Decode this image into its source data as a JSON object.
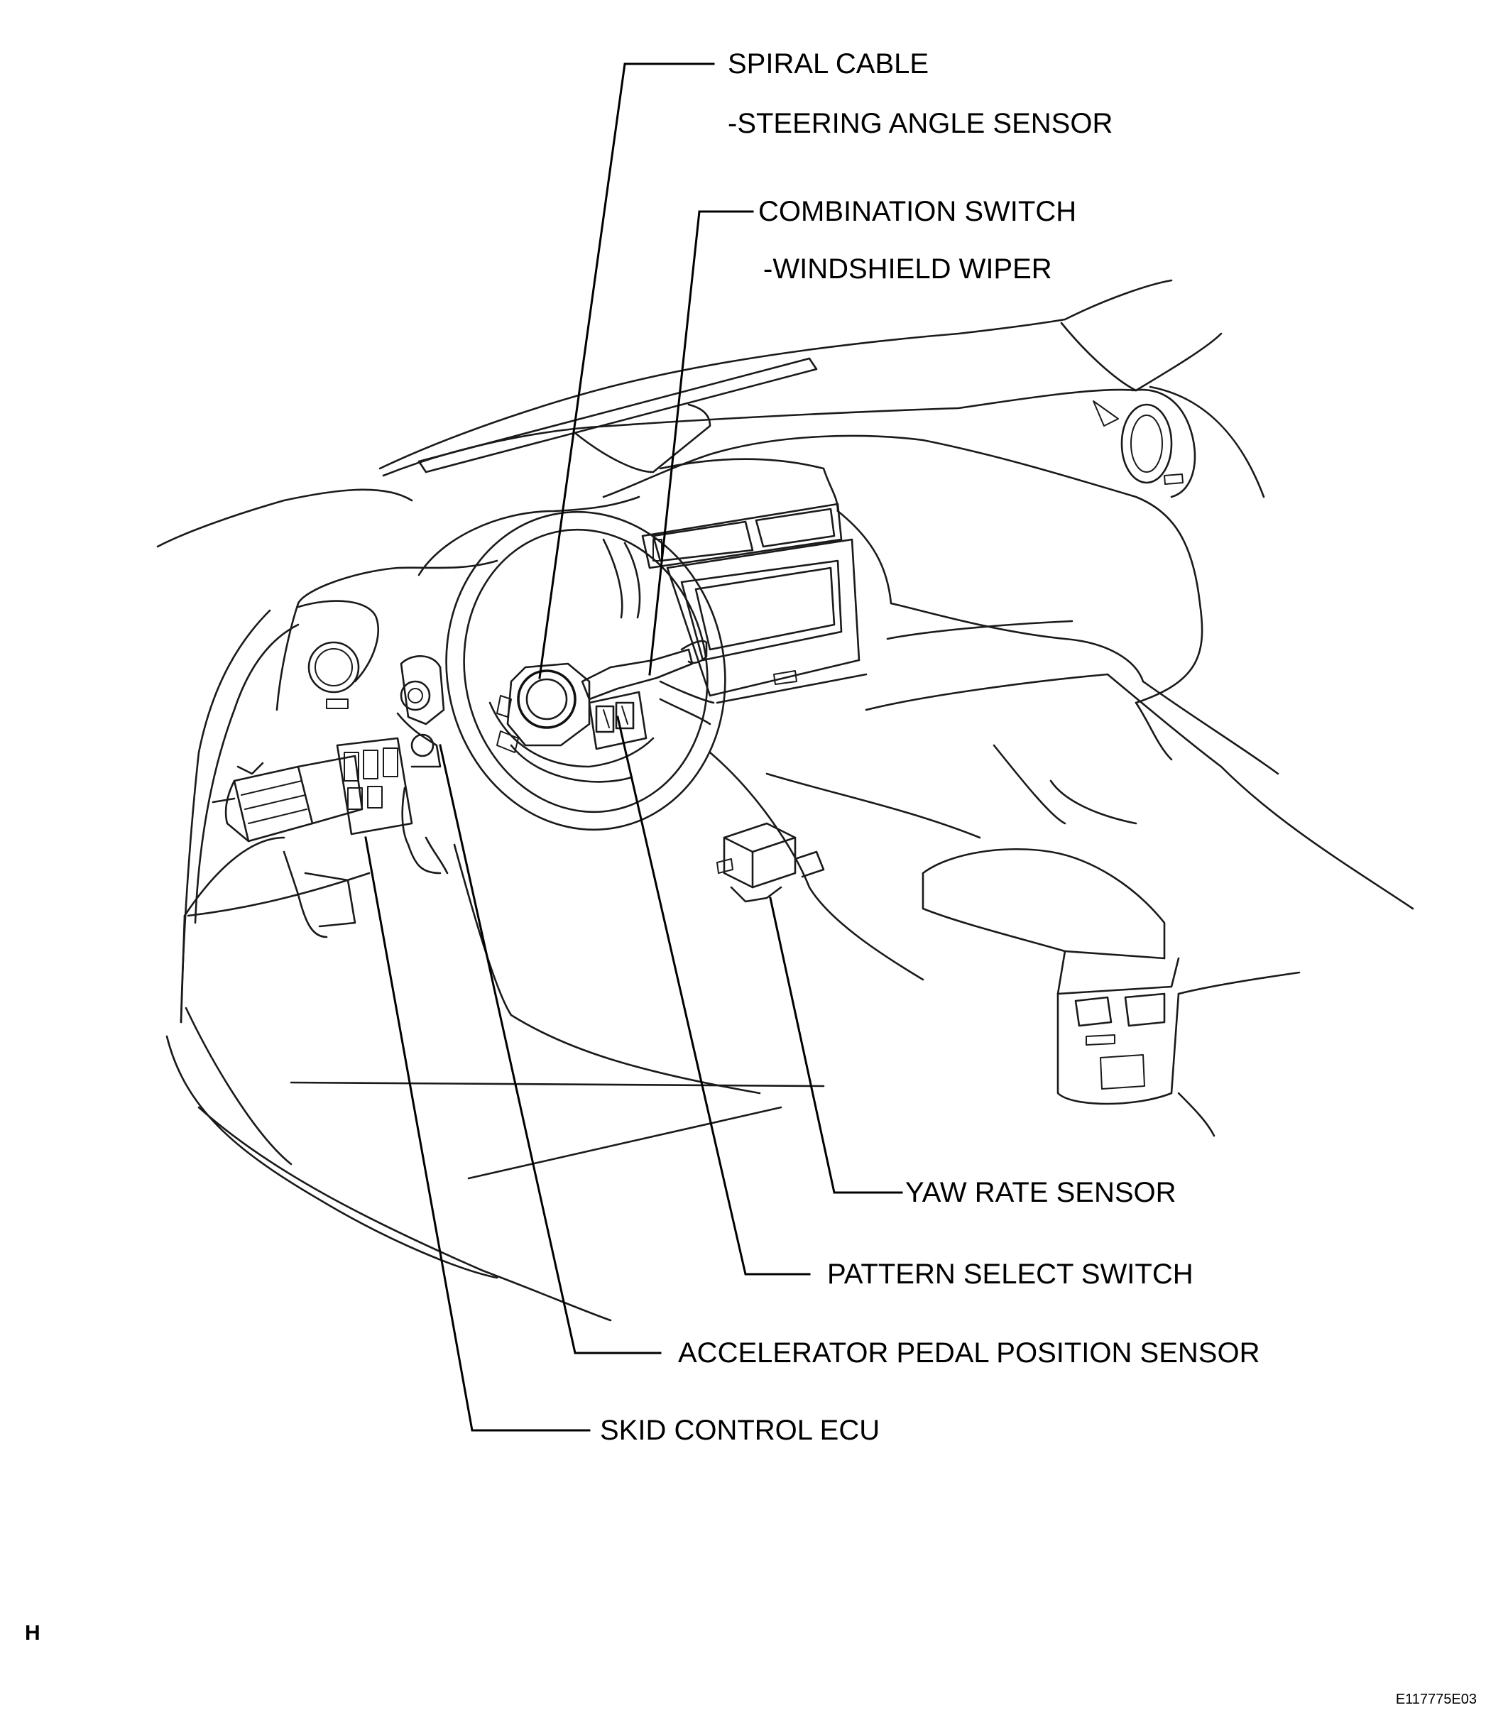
{
  "labels": {
    "spiral_cable": "SPIRAL CABLE",
    "steering_angle_sensor": "-STEERING ANGLE SENSOR",
    "combination_switch": "COMBINATION SWITCH",
    "windshield_wiper": "-WINDSHIELD WIPER",
    "yaw_rate_sensor": "YAW RATE SENSOR",
    "pattern_select_switch": "PATTERN SELECT SWITCH",
    "accelerator_pedal_position_sensor": "ACCELERATOR PEDAL POSITION SENSOR",
    "skid_control_ecu": "SKID CONTROL ECU"
  },
  "footer": {
    "corner_mark": "H",
    "figure_id": "E117775E03"
  }
}
